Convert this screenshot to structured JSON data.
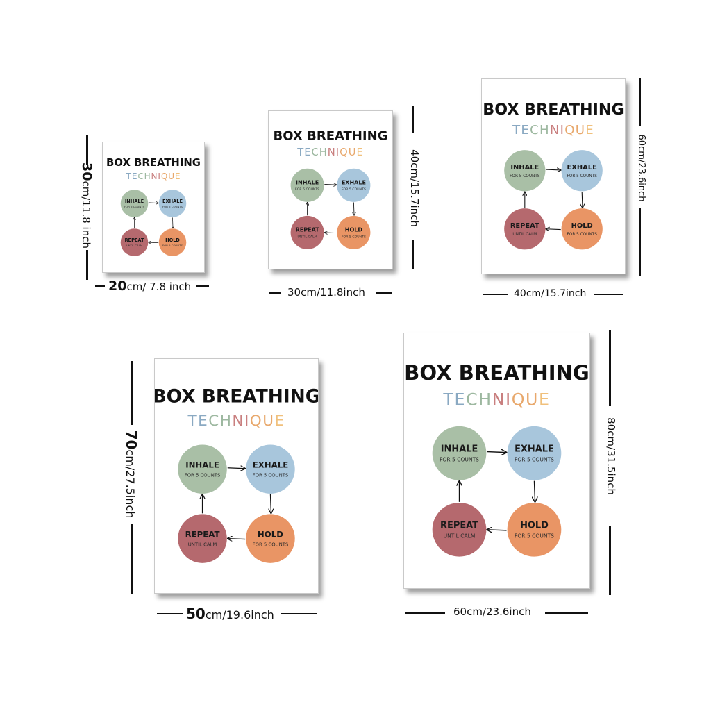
{
  "poster": {
    "title": "BOX BREATHING",
    "subtitle_letters": [
      {
        "ch": "T",
        "color": "#8aa9c2"
      },
      {
        "ch": "E",
        "color": "#8aa9c2"
      },
      {
        "ch": "C",
        "color": "#9db8a0"
      },
      {
        "ch": "H",
        "color": "#9db8a0"
      },
      {
        "ch": "N",
        "color": "#c97f7f"
      },
      {
        "ch": "I",
        "color": "#c97f7f"
      },
      {
        "ch": "Q",
        "color": "#e8a86c"
      },
      {
        "ch": "U",
        "color": "#e8a86c"
      },
      {
        "ch": "E",
        "color": "#f0c07c"
      }
    ],
    "steps": {
      "inhale": {
        "label": "INHALE",
        "note": "FOR 5 COUNTS",
        "color": "#a9bfa6"
      },
      "exhale": {
        "label": "EXHALE",
        "note": "FOR 5 COUNTS",
        "color": "#a8c6dc"
      },
      "hold": {
        "label": "HOLD",
        "note": "FOR 5 COUNTS",
        "color": "#e99565"
      },
      "repeat": {
        "label": "REPEAT",
        "note": "UNTIL CALM",
        "color": "#b5696e"
      }
    }
  },
  "sizes": {
    "s20": {
      "width_num": "20",
      "width_unit": "cm/ 7.8 inch",
      "height_num": "30",
      "height_unit": "cm/11.8 inch"
    },
    "s30": {
      "width_text": "30cm/11.8inch",
      "height_text": "40cm/15.7inch"
    },
    "s40": {
      "width_text": "40cm/15.7inch",
      "height_text": "60cm/23.6inch"
    },
    "s50": {
      "width_num": "50",
      "width_unit": "cm/19.6inch",
      "height_num": "70",
      "height_unit": "cm/27.5inch"
    },
    "s60": {
      "width_text": "60cm/23.6inch",
      "height_text": "80cm/31.5inch"
    }
  }
}
